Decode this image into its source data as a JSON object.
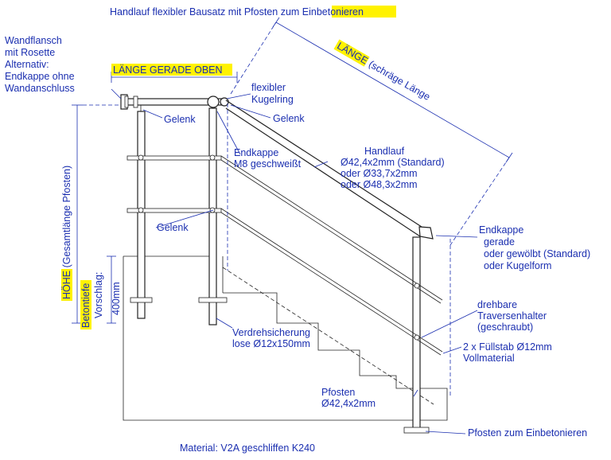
{
  "title": "Handlauf flexibler Bausatz mit Pfosten zum ",
  "title_highlight": "Einbetonieren",
  "labels": {
    "wandflansch": [
      "Wandflansch",
      "mit Rosette",
      "Alternativ:",
      "Endkappe ohne",
      "Wandanschluss"
    ],
    "laenge_gerade_oben": "LÄNGE GERADE OBEN",
    "flexibler": [
      "flexibler",
      "Kugelring"
    ],
    "gelenk": "Gelenk",
    "endkappe_m8": [
      "Endkappe",
      "M8 geschweißt"
    ],
    "laenge_hl": "LÄNGE",
    "laenge_rest": " (schräge Länge",
    "handlauf": [
      "Handlauf",
      "Ø42,4x2mm (Standard)",
      "oder Ø33,7x2mm",
      "oder Ø48,3x2mm"
    ],
    "hoehe_hl": "HÖHE",
    "hoehe_rest": " (Gesamtlänge Pfosten)",
    "betontiefe": "Betontiefe",
    "vorschlag": [
      "Vorschlag:",
      "400mm"
    ],
    "endkappe_right": [
      "Endkappe",
      "gerade",
      "oder gewölbt (Standard)",
      "oder Kugelform"
    ],
    "traversenhalter": [
      "drehbare",
      "Traversenhalter",
      "(geschraubt)"
    ],
    "fuellstab": [
      "2 x Füllstab Ø12mm",
      "Vollmaterial"
    ],
    "verdrehsicherung": [
      "Verdrehsicherung",
      "lose Ø12x150mm"
    ],
    "pfosten": [
      "Pfosten",
      "Ø42,4x2mm"
    ],
    "pfosten_einbeton": "Pfosten zum Einbetonieren",
    "material": "Material: V2A geschliffen K240"
  },
  "colors": {
    "label_blue": "#1b2fb0",
    "highlight": "#fff200",
    "line": "#222222"
  }
}
